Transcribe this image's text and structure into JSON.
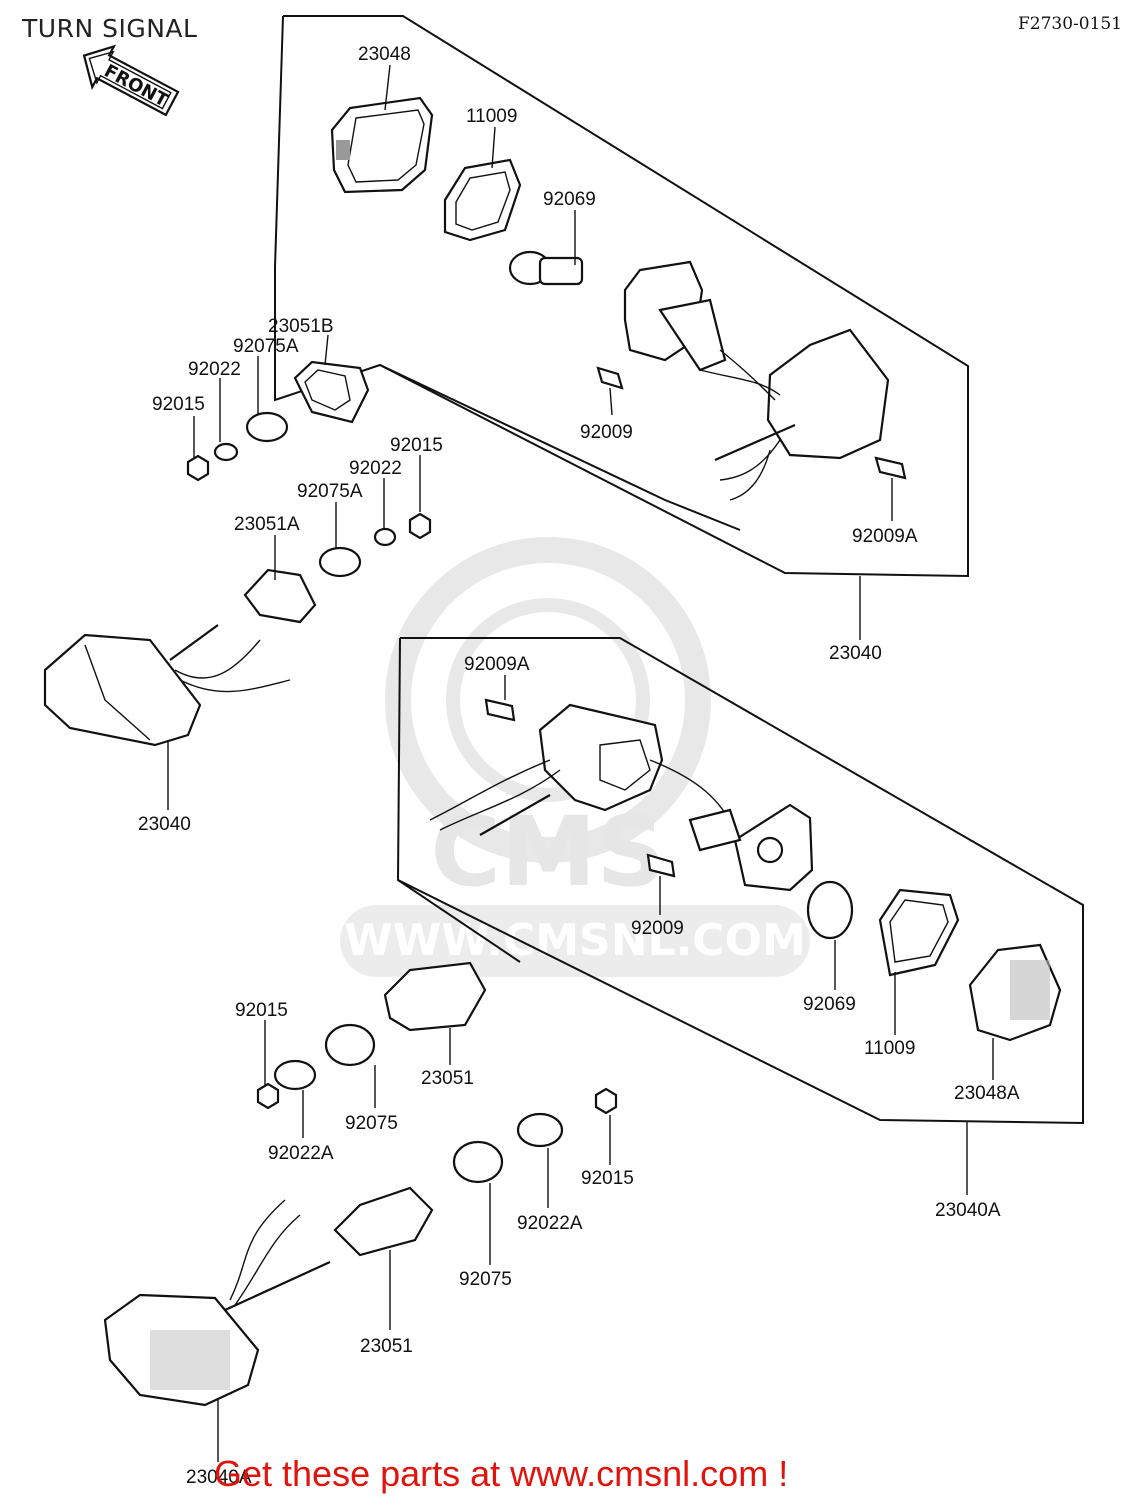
{
  "header": {
    "title": "TURN SIGNAL",
    "figure_code": "F2730-0151",
    "front_label": "FRONT"
  },
  "watermark": {
    "brand": "CMS",
    "url": "WWW.CMSNL.COM"
  },
  "parts": {
    "p23048": "23048",
    "p11009_top": "11009",
    "p92069_top": "92069",
    "p23051b": "23051B",
    "p92075a_top": "92075A",
    "p92022_top": "92022",
    "p92015_top": "92015",
    "p92009_top": "92009",
    "p92009a_top": "92009A",
    "p92015_mid": "92015",
    "p92022_mid": "92022",
    "p92075a_mid": "92075A",
    "p23051a": "23051A",
    "p23040_right": "23040",
    "p23040_left": "23040",
    "p92009a_bottom": "92009A",
    "p92009_bottom": "92009",
    "p92069_bottom": "92069",
    "p11009_bottom": "11009",
    "p23048a": "23048A",
    "p92015_low1": "92015",
    "p23051_mid": "23051",
    "p92075_mid": "92075",
    "p92022a_left": "92022A",
    "p92015_low2": "92015",
    "p92022a_right": "92022A",
    "p92075_bottom": "92075",
    "p23051_bottom": "23051",
    "p23040a_right": "23040A",
    "p23040a_left": "23040A"
  },
  "footer": {
    "link_text": "Get these parts at www.cmsnl.com !",
    "link_color": "#e0140c"
  }
}
